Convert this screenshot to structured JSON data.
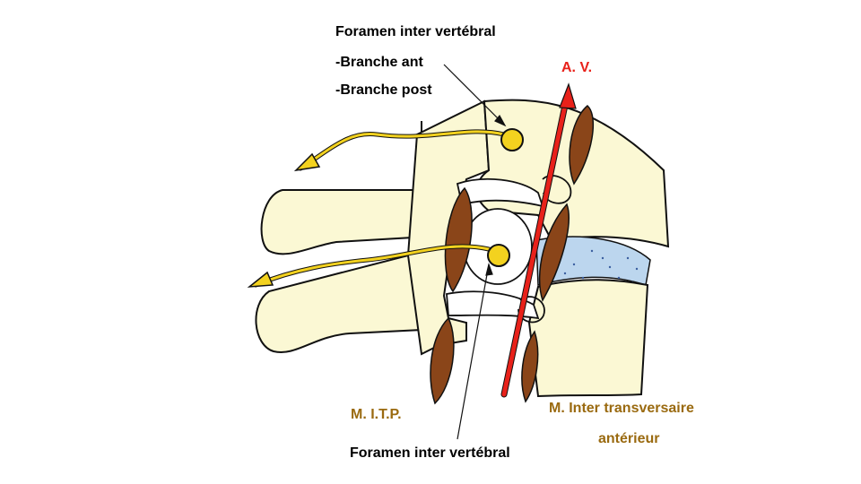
{
  "labels": {
    "foramen_top": "Foramen inter vertébral",
    "branche_ant": "-Branche ant",
    "branche_post": "-Branche post",
    "av": "A. V.",
    "mitp": "M. I.T.P.",
    "mita_line1": "M. Inter transversaire",
    "mita_line2": "antérieur",
    "foramen_bottom": "Foramen inter vertébral"
  },
  "colors": {
    "bone": "#fbf8d4",
    "outline": "#111111",
    "nerve": "#f3d21f",
    "muscle": "#8a4519",
    "artery": "#e8211a",
    "disc": "#bcd6ee",
    "label_brown": "#9a6a10"
  }
}
